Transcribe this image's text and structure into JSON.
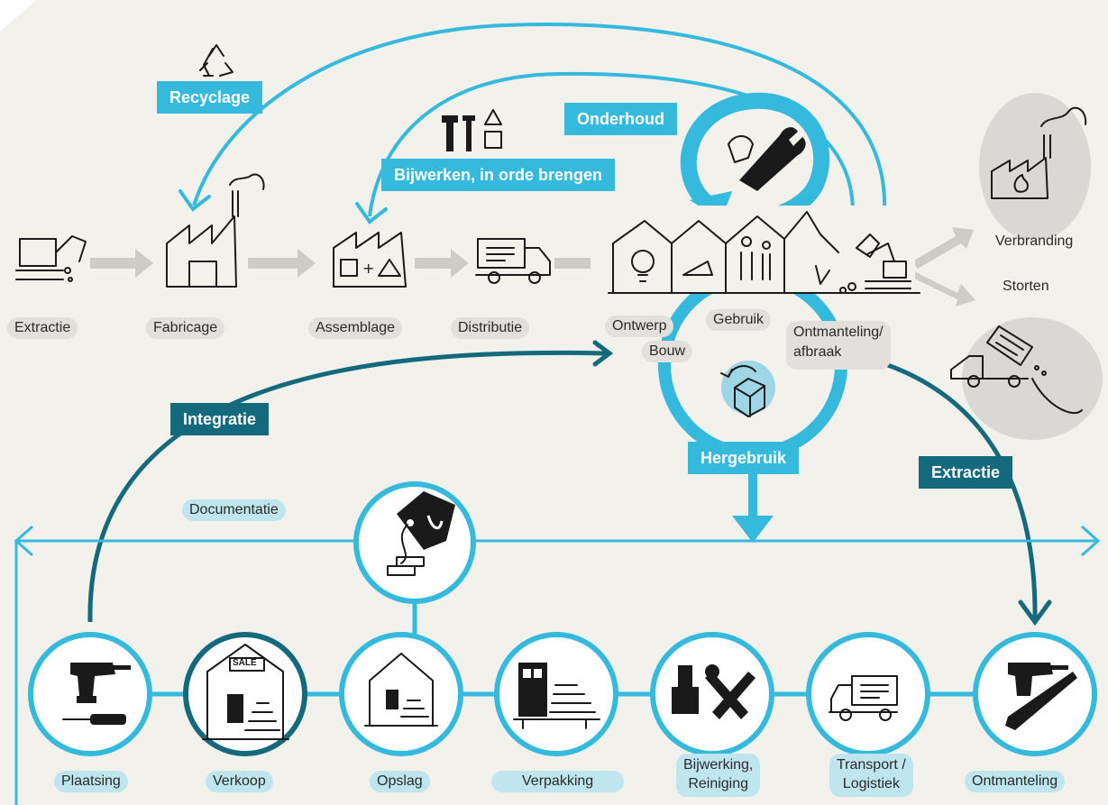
{
  "chain": {
    "extractie": "Extractie",
    "fabricage": "Fabricage",
    "assemblage": "Assemblage",
    "distributie": "Distributie",
    "ontwerp": "Ontwerp",
    "bouw": "Bouw",
    "gebruik": "Gebruik",
    "ontmanteling_line1": "Ontmanteling/",
    "ontmanteling_line2": "afbraak",
    "verbranding": "Verbranding",
    "storten": "Storten"
  },
  "loops": {
    "recyclage": "Recyclage",
    "onderhoud": "Onderhoud",
    "bijwerken": "Bijwerken, in orde brengen",
    "hergebruik": "Hergebruik",
    "integratie": "Integratie",
    "extractie": "Extractie",
    "documentatie": "Documentatie"
  },
  "circles": [
    {
      "label": "Plaatsing"
    },
    {
      "label": "Verkoop",
      "sign": "SALE"
    },
    {
      "label": "Opslag"
    },
    {
      "label": "Verpakking"
    },
    {
      "label_line1": "Bijwerking,",
      "label_line2": "Reiniging"
    },
    {
      "label_line1": "Transport /",
      "label_line2": "Logistiek"
    },
    {
      "label": "Ontmanteling"
    }
  ],
  "colors": {
    "light_blue": "#35b9dc",
    "dark_teal": "#146a7c",
    "grey_arrow": "#cfcbc6",
    "background": "#f2f1ec"
  }
}
